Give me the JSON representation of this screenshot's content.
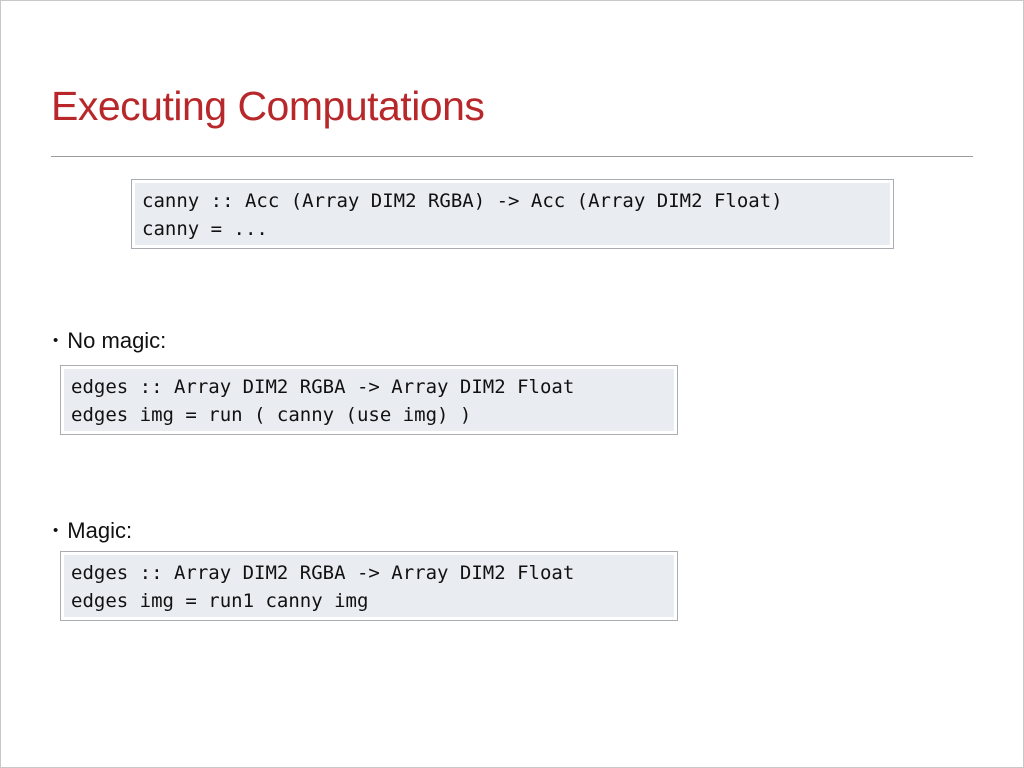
{
  "slide": {
    "title": "Executing Computations",
    "bullet_glyph": "•",
    "code_canny": [
      "canny :: Acc (Array DIM2 RGBA) -> Acc (Array DIM2 Float)",
      "canny = ..."
    ],
    "bullet_no_magic": "No magic:",
    "code_no_magic": [
      "edges :: Array DIM2 RGBA -> Array DIM2 Float",
      "edges img = run ( canny (use img) )"
    ],
    "bullet_magic": "Magic:",
    "code_magic": [
      "edges :: Array DIM2 RGBA -> Array DIM2 Float",
      "edges img = run1 canny img"
    ]
  },
  "colors": {
    "title": "#b8282b",
    "code_background": "#e9edf2",
    "code_border": "#a9adb2",
    "rule": "#9b9b9b"
  }
}
